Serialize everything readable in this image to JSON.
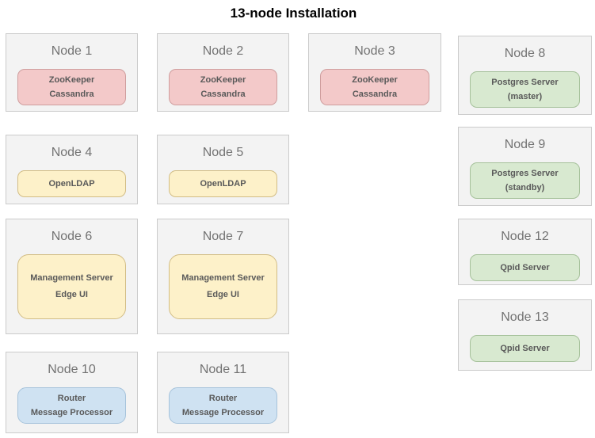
{
  "title": "13-node Installation",
  "palette": {
    "node_background": "#f3f3f3",
    "node_border": "#cbcbcb",
    "red_service": {
      "bg": "#f3c9c9",
      "border": "#cf9e9e"
    },
    "yellow_service": {
      "bg": "#fdf1c9",
      "border": "#d2bd85"
    },
    "green_service": {
      "bg": "#d8e9d0",
      "border": "#a6c19b"
    },
    "blue_service": {
      "bg": "#cfe2f2",
      "border": "#a6c3db"
    },
    "service_text": "#595959",
    "node_label_text": "#737373",
    "title_text": "#000000"
  },
  "nodes": [
    {
      "label": "Node 1",
      "tint": "red",
      "services": [
        "ZooKeeper",
        "Cassandra"
      ]
    },
    {
      "label": "Node 2",
      "tint": "red",
      "services": [
        "ZooKeeper",
        "Cassandra"
      ]
    },
    {
      "label": "Node 3",
      "tint": "red",
      "services": [
        "ZooKeeper",
        "Cassandra"
      ]
    },
    {
      "label": "Node 8",
      "tint": "green",
      "services": [
        "Postgres Server",
        "(master)"
      ]
    },
    {
      "label": "Node 4",
      "tint": "yellow",
      "services": [
        "OpenLDAP"
      ]
    },
    {
      "label": "Node 5",
      "tint": "yellow",
      "services": [
        "OpenLDAP"
      ]
    },
    {
      "label": "Node 9",
      "tint": "green",
      "services": [
        "Postgres Server",
        "(standby)"
      ]
    },
    {
      "label": "Node 6",
      "tint": "yellow",
      "services": [
        "Management Server",
        "Edge UI"
      ]
    },
    {
      "label": "Node 7",
      "tint": "yellow",
      "services": [
        "Management Server",
        "Edge UI"
      ]
    },
    {
      "label": "Node 12",
      "tint": "green",
      "services": [
        "Qpid Server"
      ]
    },
    {
      "label": "Node 13",
      "tint": "green",
      "services": [
        "Qpid Server"
      ]
    },
    {
      "label": "Node 10",
      "tint": "blue",
      "services": [
        "Router",
        "Message Processor"
      ]
    },
    {
      "label": "Node 11",
      "tint": "blue",
      "services": [
        "Router",
        "Message Processor"
      ]
    }
  ]
}
